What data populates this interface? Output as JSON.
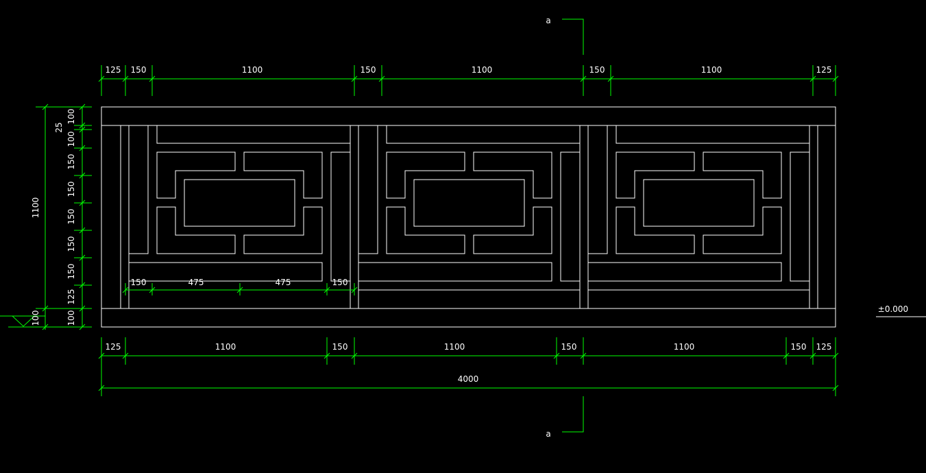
{
  "colors": {
    "background": "#000000",
    "object": "#ffffff",
    "dimension": "#00ff00"
  },
  "section_mark": {
    "label": "a"
  },
  "level_mark": {
    "label": "±0.000"
  },
  "top_dims": [
    "125",
    "150",
    "1100",
    "150",
    "1100",
    "150",
    "1100",
    "125"
  ],
  "bottom_dims": [
    "125",
    "1100",
    "150",
    "1100",
    "150",
    "1100",
    "150",
    "125"
  ],
  "overall_dim": "4000",
  "inner_dims": [
    "150",
    "475",
    "475",
    "150"
  ],
  "left_dims": [
    "100",
    "25",
    "100",
    "150",
    "150",
    "150",
    "150",
    "150",
    "125",
    "100"
  ],
  "left_overall": "1100",
  "left_base": "100"
}
